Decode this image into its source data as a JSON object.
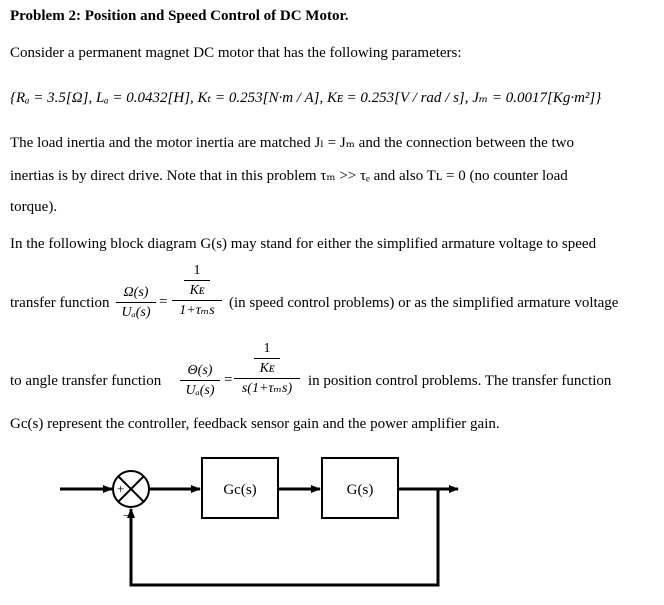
{
  "title": "Problem 2: Position and Speed Control of DC Motor.",
  "intro": "Consider a permanent magnet DC motor that has the following parameters:",
  "params": "{Rₐ = 3.5[Ω], Lₐ = 0.0432[H], Kₜ = 0.253[N·m / A], Kᴇ = 0.253[V / rad / s], Jₘ = 0.0017[Kg·m²]}",
  "para1_line1": "The load inertia and the motor inertia are matched Jₗ = Jₘ and the connection between the two",
  "para1_line2": "inertias is by direct drive. Note that in this problem τₘ >> τₑ and also Tʟ = 0 (no counter load",
  "para1_line3": "torque).",
  "para2_line1": "In the following block diagram G(s) may stand for either the simplified armature voltage to speed",
  "tf1_prefix": "transfer function",
  "tf1_lhs_num": "Ω(s)",
  "tf1_lhs_den": "Uₐ(s)",
  "tf1_rhs_top_num": "1",
  "tf1_rhs_top_den": "Kᴇ",
  "tf1_rhs_den": "1+τₘs",
  "tf1_suffix": "(in speed control problems) or as the simplified armature voltage",
  "tf2_prefix": "to angle transfer function",
  "tf2_lhs_num": "Θ(s)",
  "tf2_lhs_den": "Uₐ(s)",
  "tf2_rhs_top_num": "1",
  "tf2_rhs_top_den": "Kᴇ",
  "tf2_rhs_den": "s(1+τₘs)",
  "tf2_suffix": "in position control problems. The transfer function",
  "para3": "Gc(s) represent the controller, feedback sensor gain and the power amplifier gain.",
  "diagram": {
    "plus_sign": "+",
    "minus_sign": "−",
    "block1_label": "Gc(s)",
    "block2_label": "G(s)"
  }
}
